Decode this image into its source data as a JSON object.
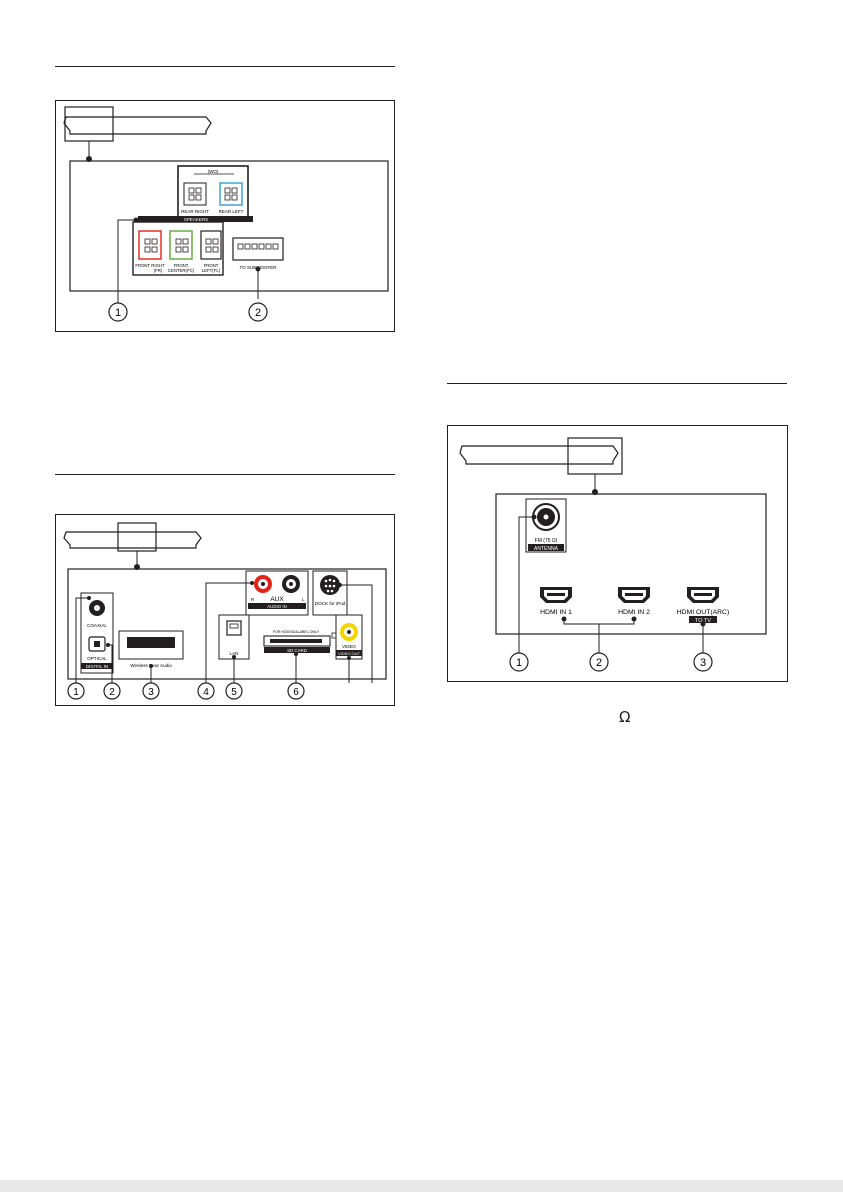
{
  "figures": {
    "speakers": {
      "title": "SPEAKERS",
      "wood_label": "(WO)",
      "rear_right": "REAR RIGHT",
      "rear_left": "REAR LEFT",
      "front_right": "FRONT RIGHT",
      "front_right_sub": "(FR)",
      "front_center": "FRONT",
      "front_center_sub": "CENTER(FC)",
      "front_left": "FRONT",
      "front_left_sub": "LEFT(FL)",
      "subwoofer": "TO SUBWOOFER",
      "callouts": [
        "1",
        "2"
      ]
    },
    "audio": {
      "coaxial": "COAXIAL",
      "optical": "OPTICAL",
      "digital_in": "DIGITAL IN",
      "wireless": "Wireless Rear Audio",
      "aux": "AUX",
      "audio_in": "AUDIO IN",
      "r": "R",
      "l": "L",
      "dock": "DOCK for iPod",
      "lan": "LAN",
      "sd_top": "FOR HDD/SD&LABEL ONLY",
      "sd_card": "SD CARD",
      "video": "VIDEO",
      "video_out": "VIDEO OUT",
      "callouts": [
        "1",
        "2",
        "3",
        "4",
        "5",
        "6"
      ]
    },
    "hdmi": {
      "fm": "FM (75 Ω)",
      "antenna": "ANTENNA",
      "hdmi_in1": "HDMI IN 1",
      "hdmi_in2": "HDMI IN 2",
      "hdmi_out": "HDMI OUT(ARC)",
      "to_tv": "TO TV",
      "callouts": [
        "1",
        "2",
        "3"
      ]
    }
  },
  "symbols": {
    "ohm": "Ω"
  },
  "colors": {
    "red": "#e2231a",
    "green": "#5aa832",
    "blue": "#2f9fd3",
    "yellow": "#f3d400",
    "ink": "#231f20"
  }
}
